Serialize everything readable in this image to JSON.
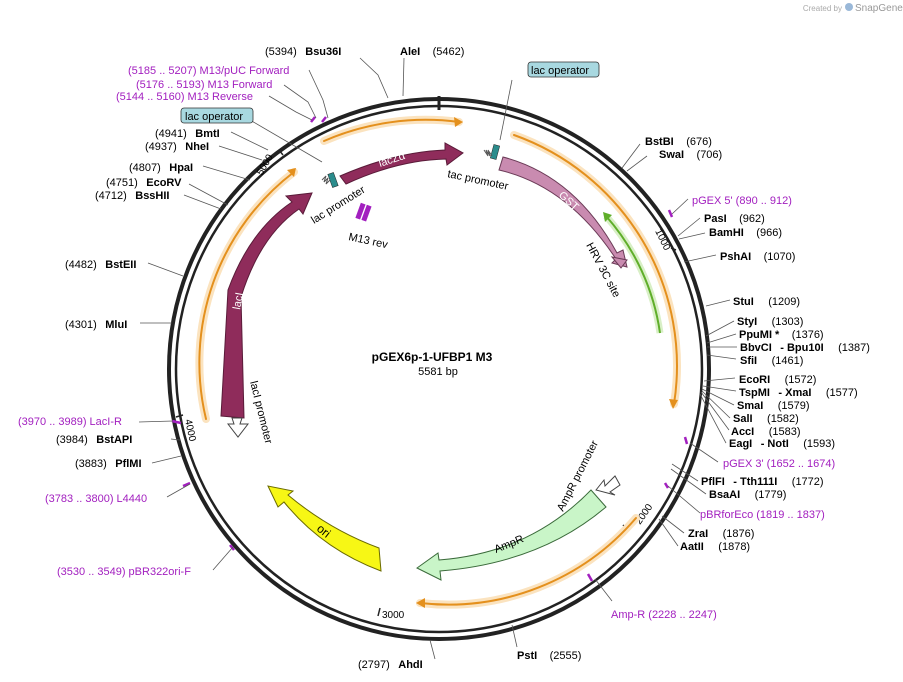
{
  "branding": {
    "created_by": "Created by",
    "app": "SnapGene"
  },
  "plasmid": {
    "name": "pGEX6p-1-UFBP1 M3",
    "size": "5581 bp"
  },
  "colors": {
    "lacZa": "#8f2c5b",
    "lacI": "#8f2c5b",
    "gst": "#c98bb0",
    "ori": "#f7f715",
    "ampr": "#c9f5c8",
    "orange_track": "#f0a02a",
    "green_track": "#6cbf30",
    "primer": "#a21fbf",
    "operator_box": "#a8d8e0"
  },
  "ticks": [
    "1000",
    "2000",
    "3000",
    "4000",
    "5000"
  ],
  "sites": {
    "bsu36i": {
      "pos": "(5394)",
      "name": "Bsu36I"
    },
    "alei": {
      "name": "AleI",
      "pos": "(5462)"
    },
    "bmti": {
      "pos": "(4941)",
      "name": "BmtI"
    },
    "nhei": {
      "pos": "(4937)",
      "name": "NheI"
    },
    "hpai": {
      "pos": "(4807)",
      "name": "HpaI"
    },
    "ecorv": {
      "pos": "(4751)",
      "name": "EcoRV"
    },
    "bsshii": {
      "pos": "(4712)",
      "name": "BssHII"
    },
    "bsteii": {
      "pos": "(4482)",
      "name": "BstEII"
    },
    "mlui": {
      "pos": "(4301)",
      "name": "MluI"
    },
    "bstapi": {
      "pos": "(3984)",
      "name": "BstAPI"
    },
    "pflmi": {
      "pos": "(3883)",
      "name": "PflMI"
    },
    "ahdi": {
      "pos": "(2797)",
      "name": "AhdI"
    },
    "psti": {
      "name": "PstI",
      "pos": "(2555)"
    },
    "bstbi": {
      "name": "BstBI",
      "pos": "(676)"
    },
    "swai": {
      "name": "SwaI",
      "pos": "(706)"
    },
    "pasi": {
      "name": "PasI",
      "pos": "(962)"
    },
    "bamhi": {
      "name": "BamHI",
      "pos": "(966)"
    },
    "pshai": {
      "name": "PshAI",
      "pos": "(1070)"
    },
    "stui": {
      "name": "StuI",
      "pos": "(1209)"
    },
    "styi": {
      "name": "StyI",
      "pos": "(1303)"
    },
    "ppumi": {
      "name": "PpuMI *",
      "pos": "(1376)"
    },
    "bbvci": {
      "name": "BbvCI",
      "name2": "- Bpu10I",
      "pos": "(1387)"
    },
    "sfii": {
      "name": "SfiI",
      "pos": "(1461)"
    },
    "ecori": {
      "name": "EcoRI",
      "pos": "(1572)"
    },
    "tspmi": {
      "name": "TspMI",
      "name2": "- XmaI",
      "pos": "(1577)"
    },
    "smai": {
      "name": "SmaI",
      "pos": "(1579)"
    },
    "sali": {
      "name": "SalI",
      "pos": "(1582)"
    },
    "acci": {
      "name": "AccI",
      "pos": "(1583)"
    },
    "eagi": {
      "name": "EagI",
      "name2": "- NotI",
      "pos": "(1593)"
    },
    "pflfi": {
      "name": "PflFI",
      "name2": "- Tth111I",
      "pos": "(1772)"
    },
    "bsaai": {
      "name": "BsaAI",
      "pos": "(1779)"
    },
    "zrai": {
      "name": "ZraI",
      "pos": "(1876)"
    },
    "aatii": {
      "name": "AatII",
      "pos": "(1878)"
    }
  },
  "primers": {
    "m13puc": "(5185 .. 5207)  M13/pUC Forward",
    "m13f": "(5176 .. 5193)  M13 Forward",
    "m13r": "(5144 .. 5160)  M13 Reverse",
    "pgex5": "pGEX 5'     (890 .. 912)",
    "pgex3": "pGEX 3'     (1652 .. 1674)",
    "pbrforeco": "pBRforEco     (1819 .. 1837)",
    "ampr": "Amp-R     (2228 .. 2247)",
    "lacir": "(3970 .. 3989)  LacI-R",
    "l4440": "(3783 .. 3800)  L4440",
    "pbr322ori": "(3530 .. 3549)  pBR322ori-F"
  },
  "features": {
    "lac_operator_top": "lac operator",
    "lac_operator_left": "lac operator",
    "tac_promoter": "tac promoter",
    "lac_promoter": "lac promoter",
    "m13_rev": "M13 rev",
    "lacza": "lacZα",
    "gst": "GST",
    "hrv": "HRV 3C site",
    "laci": "lacI",
    "laci_promoter": "lacI promoter",
    "ori": "ori",
    "ampr": "AmpR",
    "ampr_promoter": "AmpR promoter"
  }
}
